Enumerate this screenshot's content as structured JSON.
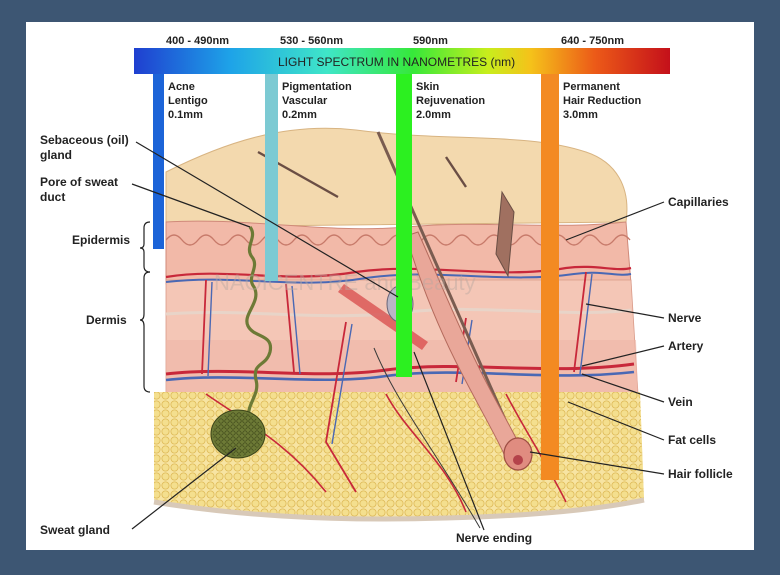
{
  "wavelengths": [
    "400 - 490nm",
    "530 - 560nm",
    "590nm",
    "640 - 750nm"
  ],
  "spectrum_title": "LIGHT SPECTRUM IN NANOMETRES (nm)",
  "bars": [
    {
      "lines": [
        "Acne",
        "Lentigo",
        "0.1mm"
      ],
      "color": "#1c64d8"
    },
    {
      "lines": [
        "Pigmentation",
        "Vascular",
        "0.2mm"
      ],
      "color": "#7ccad3"
    },
    {
      "lines": [
        "Skin",
        "Rejuvenation",
        "2.0mm"
      ],
      "color": "#2cf020"
    },
    {
      "lines": [
        "Permanent",
        "Hair Reduction",
        "3.0mm"
      ],
      "color": "#f38a22"
    }
  ],
  "left_labels": {
    "sebaceous": [
      "Sebaceous (oil)",
      "gland"
    ],
    "pore": [
      "Pore of sweat",
      "duct"
    ],
    "epidermis": "Epidermis",
    "dermis": "Dermis",
    "sweat_gland": "Sweat gland"
  },
  "right_labels": {
    "capillaries": "Capillaries",
    "nerve": "Nerve",
    "artery": "Artery",
    "vein": "Vein",
    "fat_cells": "Fat cells",
    "hair_follicle": "Hair follicle"
  },
  "bottom_label": "Nerve ending",
  "watermark": "NAOICENTRE and Beauty"
}
